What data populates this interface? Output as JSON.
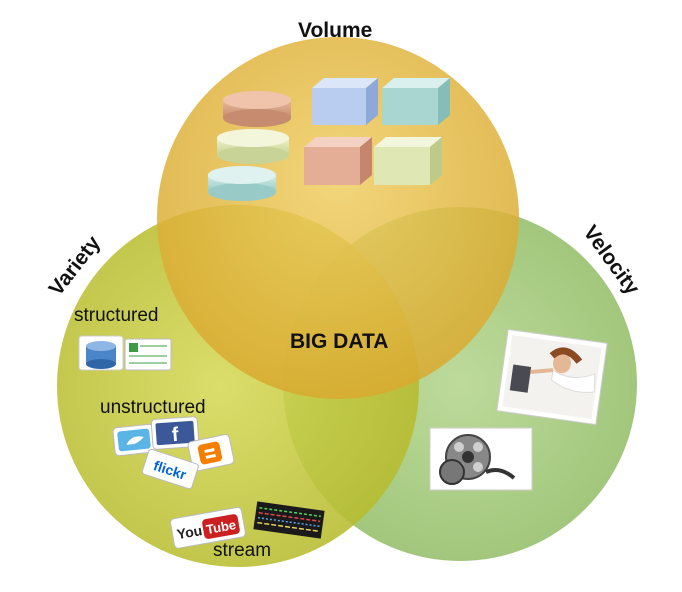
{
  "diagram": {
    "center": "BIG DATA",
    "circles": [
      {
        "key": "volume",
        "label": "Volume",
        "color": "#e0b53b"
      },
      {
        "key": "variety",
        "label": "Variety",
        "color": "#c4c93a"
      },
      {
        "key": "velocity",
        "label": "Velocity",
        "color": "#9cc470"
      }
    ],
    "sub_labels": {
      "structured": "structured",
      "unstructured": "unstructured",
      "stream": "stream"
    },
    "logos": {
      "facebook": "f",
      "flickr": "flickr",
      "youtube_you": "You",
      "youtube_tube": "Tube"
    },
    "icons": [
      "database-icon",
      "spreadsheet-icon",
      "twitter-icon",
      "facebook-icon",
      "blogger-icon",
      "flickr-icon",
      "youtube-icon",
      "data-stream-icon",
      "speed-woman-photo-icon",
      "film-reel-icon"
    ]
  }
}
